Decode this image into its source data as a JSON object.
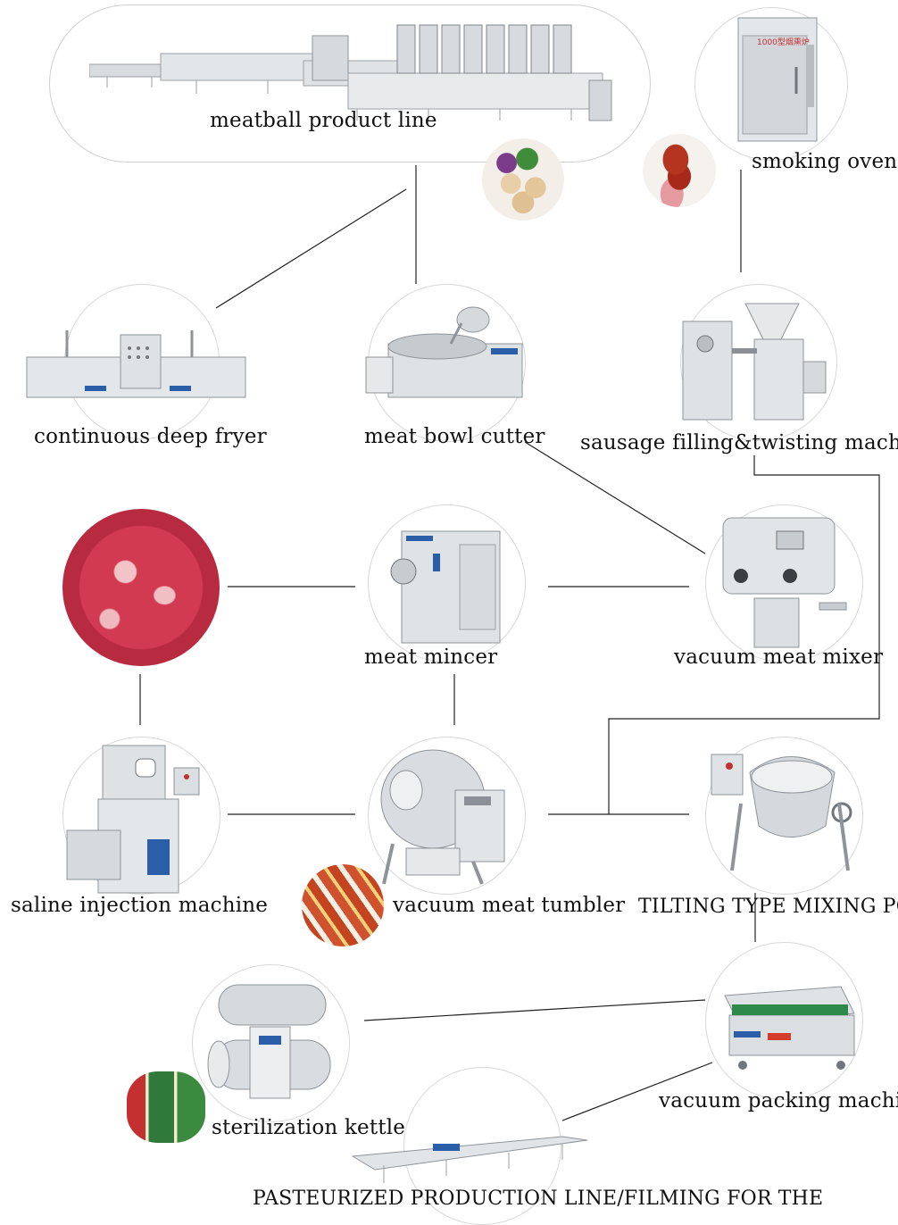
{
  "diagram": {
    "nodes": {
      "meatball_line": "meatball product line",
      "smoking_oven": "smoking oven",
      "deep_fryer": "continuous deep fryer",
      "bowl_cutter": "meat bowl cutter",
      "sausage_filler": "sausage filling&twisting machine",
      "mincer": "meat mincer",
      "mixer": "vacuum meat mixer",
      "injector": "saline injection machine",
      "tumbler": "vacuum meat tumbler",
      "mixing_pot": "TILTING TYPE MIXING POT",
      "sterilizer": "sterilization kettle",
      "packer": "vacuum packing machine",
      "pasteurizer": "PASTEURIZED PRODUCTION LINE/FILMING FOR THE"
    },
    "oven_panel_text": "1000型烟熏炉",
    "colors": {
      "steel_light": "#e6e8ea",
      "steel_mid": "#b9bec3",
      "steel_dark": "#8a9096",
      "panel_blue": "#2a5ea8",
      "meat_red": "#c8324a",
      "line": "#222222"
    }
  }
}
